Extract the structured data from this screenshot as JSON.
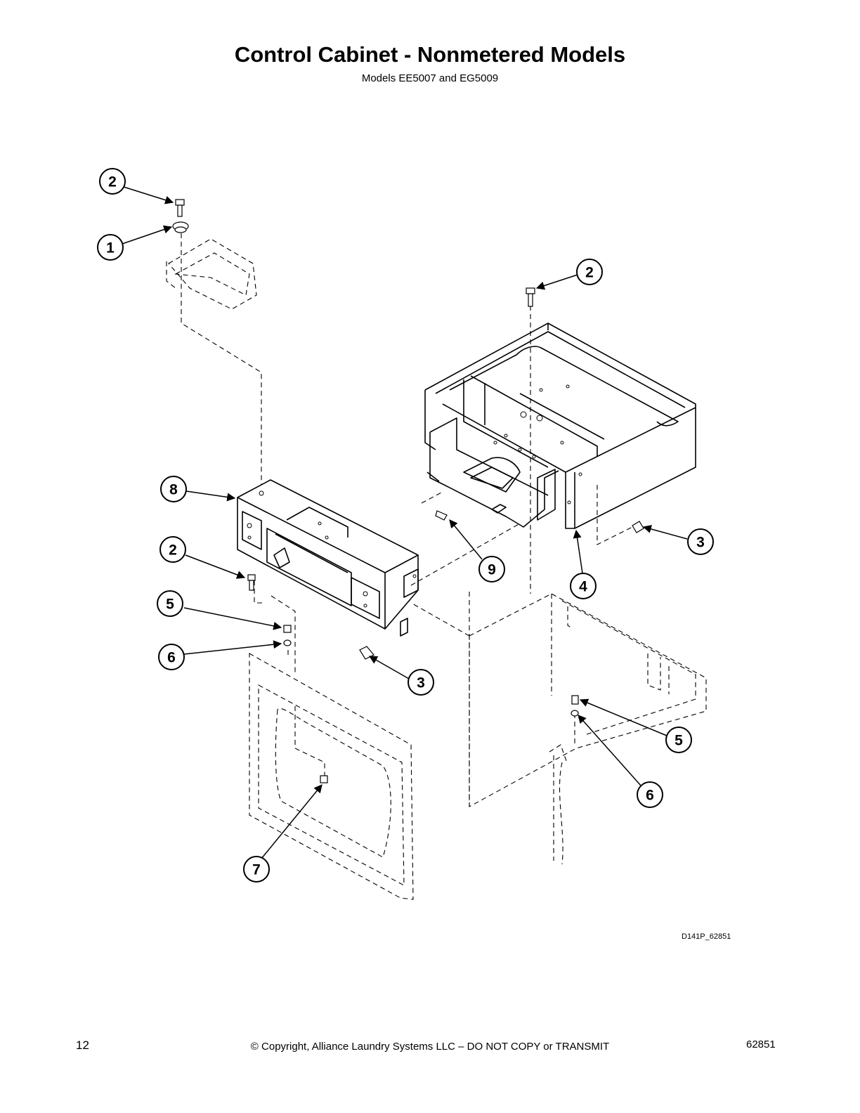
{
  "page": {
    "title": "Control Cabinet - Nonmetered Models",
    "subtitle": "Models EE5007 and EG5009",
    "drawing_code": "D141P_62851",
    "page_number": "12",
    "copyright": "© Copyright, Alliance Laundry Systems LLC – DO NOT COPY or TRANSMIT",
    "document_number": "62851"
  },
  "callouts": {
    "c2_top_left": "2",
    "c1": "1",
    "c2_top_right": "2",
    "c8": "8",
    "c2_mid_left": "2",
    "c9": "9",
    "c4": "4",
    "c3_right": "3",
    "c5_left": "5",
    "c6_left": "6",
    "c3_center": "3",
    "c5_right": "5",
    "c6_right": "6",
    "c7": "7"
  }
}
